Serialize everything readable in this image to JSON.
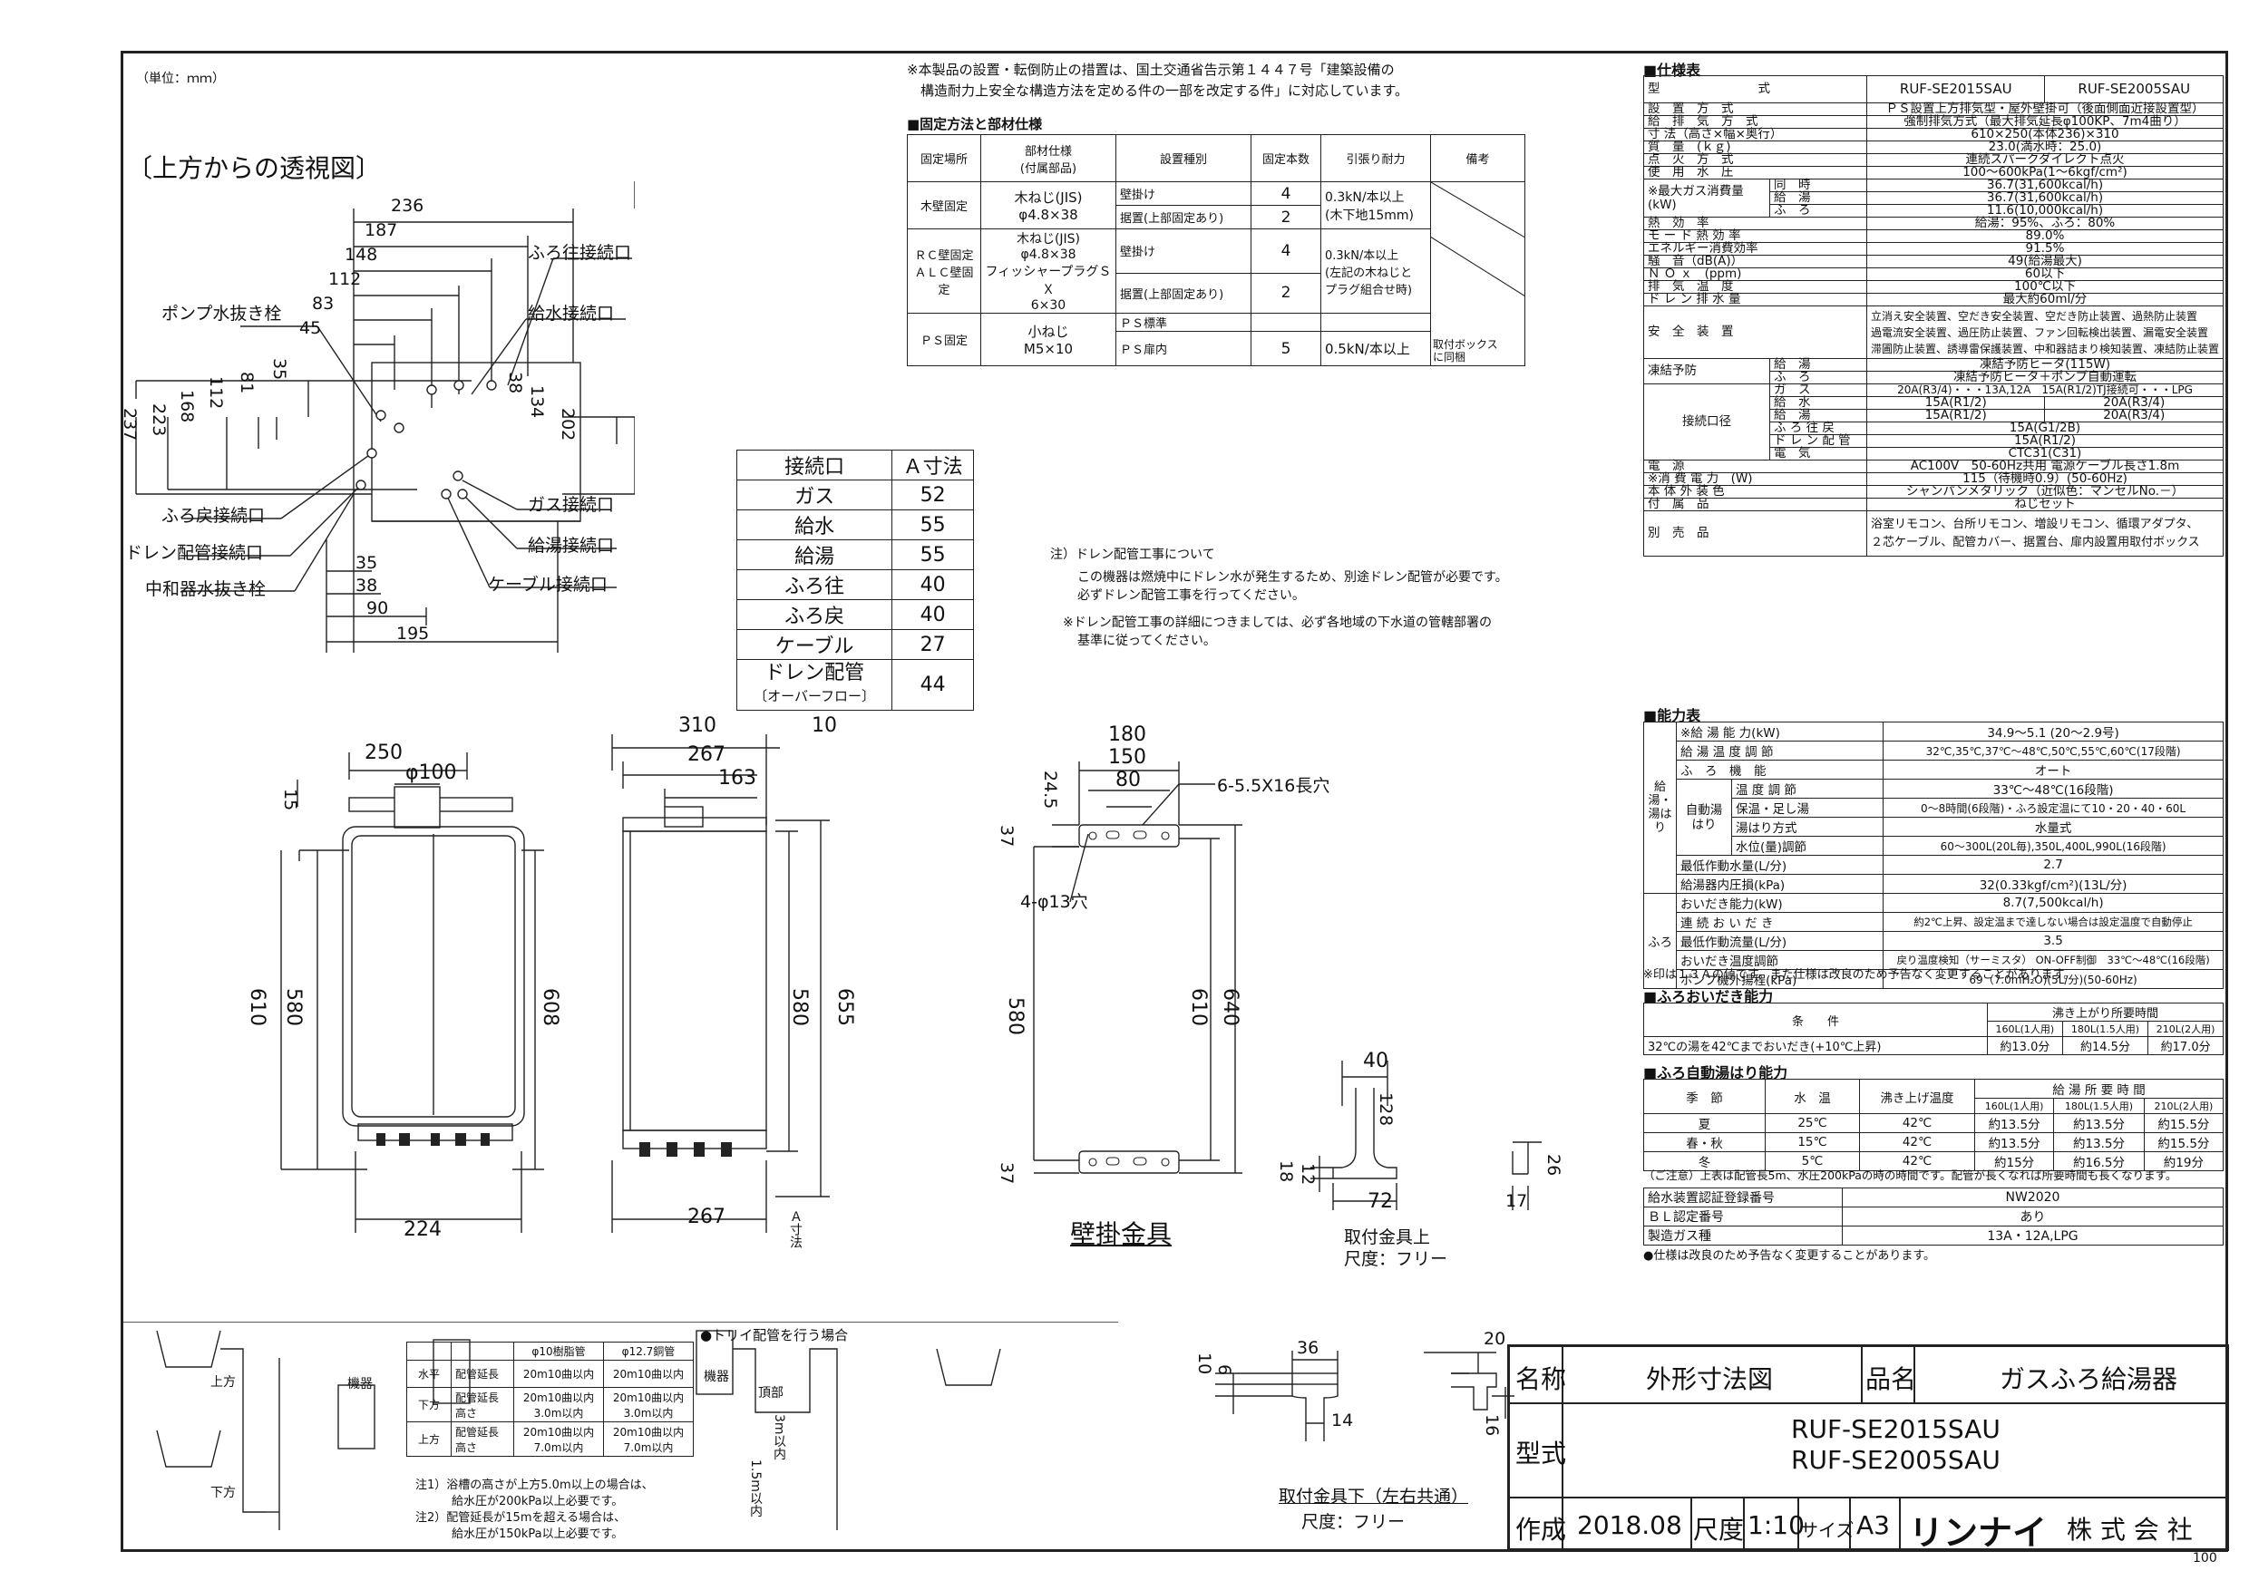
{
  "unit_note": "（単位：ｍｍ）",
  "page_no": "100",
  "top_view": {
    "title": "〔上方からの透視図〕",
    "dims": [
      "236",
      "187",
      "148",
      "112",
      "83",
      "45",
      "35",
      "81",
      "112",
      "168",
      "223",
      "237",
      "38",
      "134",
      "202",
      "35",
      "38",
      "90",
      "195"
    ],
    "labels": [
      "ふろ往接続口",
      "給水接続口",
      "ポンプ水抜き栓",
      "ふろ戻接続口",
      "ドレン配管接続口",
      "中和器水抜き栓",
      "ガス接続口",
      "給湯接続口",
      "ケーブル接続口"
    ]
  },
  "a_table": {
    "headers": [
      "接続口",
      "Ａ寸法"
    ],
    "rows": [
      [
        "ガス",
        "52"
      ],
      [
        "給水",
        "55"
      ],
      [
        "給湯",
        "55"
      ],
      [
        "ふろ往",
        "40"
      ],
      [
        "ふろ戻",
        "40"
      ],
      [
        "ケーブル",
        "27"
      ],
      [
        "ドレン配管",
        "44"
      ]
    ],
    "drain_sub": "〔オーバーフロー〕"
  },
  "install_note": {
    "line1": "※本製品の設置・転倒防止の措置は、国土交通省告示第１４４７号「建築設備の",
    "line2": "構造耐力上安全な構造方法を定める件の一部を改定する件」に対応しています。",
    "fix_title": "■固定方法と部材仕様",
    "fix_headers": [
      "固定場所",
      "部材仕様\n(付属部品)",
      "設置種別",
      "固定本数",
      "引張り耐力",
      "備考"
    ],
    "fix_rows": [
      [
        "木壁固定",
        "木ねじ(JIS)\nφ4.8×38",
        "壁掛け",
        "4",
        "0.3kN/本以上\n(木下地15mm)",
        ""
      ],
      [
        "",
        "",
        "据置(上部固定あり)",
        "2",
        "",
        ""
      ],
      [
        "ＲＣ壁固定\nＡＬＣ壁固定",
        "木ねじ(JIS)\nφ4.8×38\nフィッシャープラグＳＸ\n6×30",
        "壁掛け",
        "4",
        "0.3kN/本以上\n(左記の木ねじと\nプラグ組合せ時)",
        ""
      ],
      [
        "",
        "",
        "据置(上部固定あり)",
        "2",
        "",
        ""
      ],
      [
        "ＰＳ固定",
        "小ねじ\nM5×10",
        "ＰＳ標準",
        "",
        "",
        ""
      ],
      [
        "",
        "",
        "ＰＳ扉内",
        "5",
        "0.5kN/本以上",
        "取付ボックス\nに同梱"
      ]
    ]
  },
  "drain_note": {
    "l1": "注）ドレン配管工事について",
    "l2": "この機器は燃焼中にドレン水が発生するため、別途ドレン配管が必要です。",
    "l3": "必ずドレン配管工事を行ってください。",
    "l4": "※ドレン配管工事の詳細につきましては、必ず各地域の下水道の管轄部署の",
    "l5": "基準に従ってください。"
  },
  "front_view": {
    "d250": "250",
    "d100": "φ100",
    "d15": "15",
    "d610": "610",
    "d580": "580",
    "d608": "608",
    "d224": "224"
  },
  "side_view": {
    "d310": "310",
    "d10": "10",
    "d267a": "267",
    "d163": "163",
    "d580": "580",
    "d655": "655",
    "d267b": "267",
    "a_label": "Ａ寸法"
  },
  "bracket_view": {
    "d180": "180",
    "d150": "150",
    "d80": "80",
    "d24": "24.5",
    "d37a": "37",
    "hole6": "6-5.5X16長穴",
    "hole4": "4-φ13穴",
    "d580": "580",
    "d610": "610",
    "d640": "640",
    "d37b": "37",
    "caption": "壁掛金具"
  },
  "upper_fix": {
    "d40": "40",
    "d12": "12",
    "d8": "8",
    "d18": "18",
    "d12b": "12",
    "d72": "72",
    "d26": "26",
    "d17": "17",
    "caption": "取付金具上",
    "scale": "尺度：フリー"
  },
  "lower_fix": {
    "d36": "36",
    "d10": "10",
    "d6": "6",
    "d14": "14",
    "d20": "20",
    "d16": "16",
    "caption": "取付金具下（左右共通）",
    "scale": "尺度：フリー"
  },
  "piping": {
    "kiki": "機器",
    "up": "上方",
    "down": "下方",
    "headers": [
      "",
      "",
      "φ10樹脂管",
      "φ12.7銅管"
    ],
    "rows": [
      [
        "水平",
        "配管延長",
        "20m10曲以内",
        "20m10曲以内"
      ],
      [
        "下方",
        "配管延長\n高さ",
        "20m10曲以内\n3.0m以内",
        "20m10曲以内\n3.0m以内"
      ],
      [
        "上方",
        "配管延長\n高さ",
        "20m10曲以内\n7.0m以内",
        "20m10曲以内\n7.0m以内"
      ]
    ],
    "n1": "注1）浴槽の高さが上方5.0m以上の場合は、",
    "n1b": "給水圧が200kPa以上必要です。",
    "n2": "注2）配管延長が15mを超える場合は、",
    "n2b": "給水圧が150kPa以上必要です。",
    "torii": "●トリイ配管を行う場合",
    "t_kiki": "機器",
    "t_top": "頂部",
    "t_3m": "3m以内",
    "t_15": "1.5m以内"
  },
  "spec": {
    "title": "■仕様表",
    "model_label": "型　　　　　　　　式",
    "models": [
      "RUF-SE2015SAU",
      "RUF-SE2005SAU"
    ],
    "rows": [
      [
        "設　置　方　式",
        "ＰＳ設置上方排気型・屋外壁掛可（後面側面近接設置型）"
      ],
      [
        "給　排　気　方　式",
        "強制排気方式（最大排気延長φ100KP、7m4曲り）"
      ],
      [
        "寸 法（高さ×幅×奥行）",
        "610×250(本体236)×310"
      ],
      [
        "質　量　(ｋｇ)",
        "23.0(満水時：25.0)"
      ],
      [
        "点　火　方　式",
        "連続スパークダイレクト点火"
      ],
      [
        "使　用　水　圧",
        "100～600kPa(1～6kgf/cm²)"
      ]
    ],
    "gas_label": "※最大ガス消費量\n(kW)",
    "gas_rows": [
      [
        "同　時",
        "36.7(31,600kcal/h)"
      ],
      [
        "給　湯",
        "36.7(31,600kcal/h)"
      ],
      [
        "ふ　ろ",
        "11.6(10,000kcal/h)"
      ]
    ],
    "rows2": [
      [
        "熱　効　率",
        "給湯：95%、ふろ：80%"
      ],
      [
        "モ ー ド 熱 効 率",
        "89.0%"
      ],
      [
        "エネルギー消費効率",
        "91.5%"
      ],
      [
        "騒　音（dB(A)）",
        "49(給湯最大)"
      ],
      [
        "Ｎ Ｏ ｘ　(ppm)",
        "60以下"
      ],
      [
        "排　気　温　度",
        "100℃以下"
      ],
      [
        "ド レ ン 排 水 量",
        "最大約60ml/分"
      ]
    ],
    "safety_label": "安　全　装　置",
    "safety": [
      "立消え安全装置、空だき安全装置、空だき防止装置、過熱防止装置",
      "過電流安全装置、過圧防止装置、ファン回転検出装置、漏電安全装置",
      "滞圃防止装置、誘導雷保護装置、中和器詰まり検知装置、凍結防止装置"
    ],
    "freeze_label": "凍結予防",
    "freeze": [
      [
        "給　湯",
        "凍結予防ヒータ(115W)"
      ],
      [
        "ふ　ろ",
        "凍結予防ヒータ＋ポンプ自動運転"
      ]
    ],
    "conn_label": "接続口径",
    "conn": [
      [
        "ガ　ス",
        "20A(R3/4)・・・13A,12A　15A(R1/2)TJ接続可・・・LPG"
      ],
      [
        "給　水",
        "15A(R1/2)",
        "20A(R3/4)"
      ],
      [
        "給　湯",
        "15A(R1/2)",
        "20A(R3/4)"
      ],
      [
        "ふ ろ 往 戻",
        "15A(G1/2B)"
      ],
      [
        "ド レ ン 配 管",
        "15A(R1/2)"
      ],
      [
        "電　気",
        "CTC31(C31)"
      ]
    ],
    "rows3": [
      [
        "電　源",
        "AC100V　50-60Hz共用 電源ケーブル長さ1.8m"
      ],
      [
        "※消 費 電 力　(W)",
        "115（待機時0.9）(50-60Hz)"
      ],
      [
        "本 体 外 装 色",
        "シャンパンメタリック（近似色：マンセルNo.－）"
      ],
      [
        "付　属　品",
        "ねじセット"
      ]
    ],
    "sold_label": "別　売　品",
    "sold": [
      "浴室リモコン、台所リモコン、増設リモコン、循環アダプタ、",
      "２芯ケーブル、配管カバー、据置台、扉内設置用取付ボックス"
    ]
  },
  "ability": {
    "title": "■能力表",
    "col1": "給湯・湯はり",
    "col2": "ふろ",
    "rows": [
      [
        "",
        "※給 湯 能 力(kW)",
        "34.9～5.1 (20～2.9号)"
      ],
      [
        "",
        "給 湯 温 度 調 節",
        "32℃,35℃,37℃～48℃,50℃,55℃,60℃(17段階)"
      ],
      [
        "",
        "ふ　ろ　機　能",
        "オート"
      ],
      [
        "自動湯はり",
        "温 度 調 節",
        "33℃～48℃(16段階)"
      ],
      [
        "",
        "保温・足し湯",
        "0～8時間(6段階)・ふろ設定温にて10・20・40・60L"
      ],
      [
        "",
        "湯はり方式",
        "水量式"
      ],
      [
        "",
        "水位(量)調節",
        "60～300L(20L毎),350L,400L,990L(16段階)"
      ],
      [
        "",
        "最低作動水量(L/分)",
        "2.7"
      ],
      [
        "",
        "給湯器内圧損(kPa)",
        "32(0.33kgf/cm²)(13L/分)"
      ],
      [
        "",
        "おいだき能力(kW)",
        "8.7(7,500kcal/h)"
      ],
      [
        "",
        "連 続 お い だ き",
        "約2℃上昇、設定温まで達しない場合は設定温度で自動停止"
      ],
      [
        "",
        "最低作動流量(L/分)",
        "3.5"
      ],
      [
        "",
        "おいだき温度調節",
        "戻り温度検知（サーミスタ） ON-OFF制御　33℃～48℃(16段階)"
      ],
      [
        "",
        "ポンプ機外揚程(kPa)",
        "69（7.0mH₂O)(5L/分)(50-60Hz)"
      ]
    ],
    "note": "※印は１３Ａの値です。また仕様は改良のため予告なく変更することがあります。"
  },
  "oidaki": {
    "title": "■ふろおいだき能力",
    "h1": "条　　件",
    "h2": "沸き上がり所要時間",
    "cols": [
      "160L(1人用)",
      "180L(1.5人用)",
      "210L(2人用)"
    ],
    "row": [
      "32℃の湯を42℃までおいだき(+10℃上昇)",
      "約13.0分",
      "約14.5分",
      "約17.0分"
    ]
  },
  "yuhari": {
    "title": "■ふろ自動湯はり能力",
    "h": [
      "季　節",
      "水　温",
      "沸き上げ温度",
      "給 湯 所 要 時 間"
    ],
    "cols": [
      "160L(1人用)",
      "180L(1.5人用)",
      "210L(2人用)"
    ],
    "rows": [
      [
        "夏",
        "25℃",
        "42℃",
        "約13.5分",
        "約13.5分",
        "約15.5分"
      ],
      [
        "春・秋",
        "15℃",
        "42℃",
        "約13.5分",
        "約13.5分",
        "約15.5分"
      ],
      [
        "冬",
        "5℃",
        "42℃",
        "約15分",
        "約16.5分",
        "約19分"
      ]
    ],
    "note": "（ご注意）上表は配管長5m、水圧200kPaの時の時間です。配管が長くなれば所要時間も長くなります。"
  },
  "reg": {
    "rows": [
      [
        "給水装置認証登録番号",
        "NW2020"
      ],
      [
        "ＢＬ認定番号",
        "あり"
      ],
      [
        "製造ガス種",
        "13A・12A,LPG"
      ]
    ],
    "note": "●仕様は改良のため予告なく変更することがあります。"
  },
  "title_block": {
    "name_label": "名称",
    "name": "外形寸法図",
    "product_label": "品名",
    "product": "ガスふろ給湯器",
    "model_label": "型式",
    "model1": "RUF-SE2015SAU",
    "model2": "RUF-SE2005SAU",
    "made_label": "作成",
    "date": "2018.08",
    "scale_label": "尺度",
    "scale": "1:10",
    "size_label": "サイズ",
    "size": "A3",
    "company": "リンナイ",
    "company2": "株 式 会 社"
  }
}
